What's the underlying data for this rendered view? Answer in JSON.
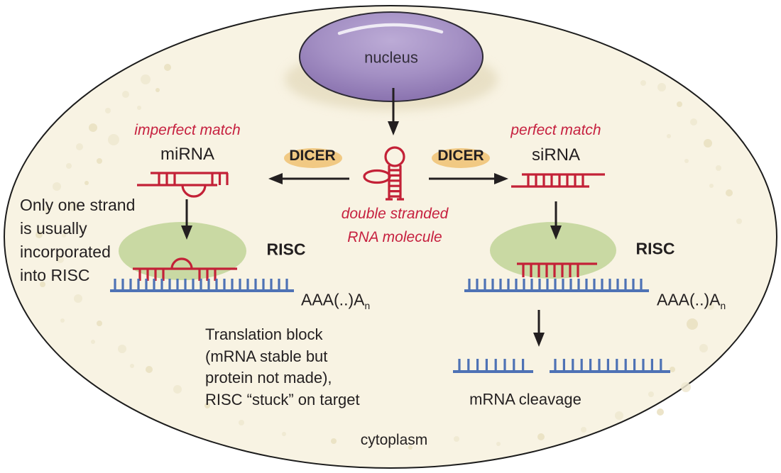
{
  "labels": {
    "nucleus": "nucleus",
    "imperfect_match": "imperfect match",
    "perfect_match": "perfect match",
    "mirna": "miRNA",
    "sirna": "siRNA",
    "dicer_left": "DICER",
    "dicer_right": "DICER",
    "dsrna": "double stranded\nRNA molecule",
    "only_one_strand": "Only one strand\nis usually\nincorporated\ninto RISC",
    "risc_left": "RISC",
    "risc_right": "RISC",
    "polya_main": "AAA(..)A",
    "polya_sub": "n",
    "translation_block": "Translation block\n(mRNA stable but\nprotein not made),\nRISC “stuck” on target",
    "mrna_cleavage": "mRNA cleavage",
    "cytoplasm": "cytoplasm"
  },
  "colors": {
    "cytoplasm_cream": "#f8f3e3",
    "cell_outline": "#1c1c1c",
    "nucleus_purple": "#9b85bc",
    "dicer_tan": "#f1c983",
    "risc_green": "#c9d9a3",
    "rna_red": "#c32137",
    "red_text": "#c6203f",
    "mrna_blue": "#4e72b5",
    "text_black": "#231f20"
  }
}
